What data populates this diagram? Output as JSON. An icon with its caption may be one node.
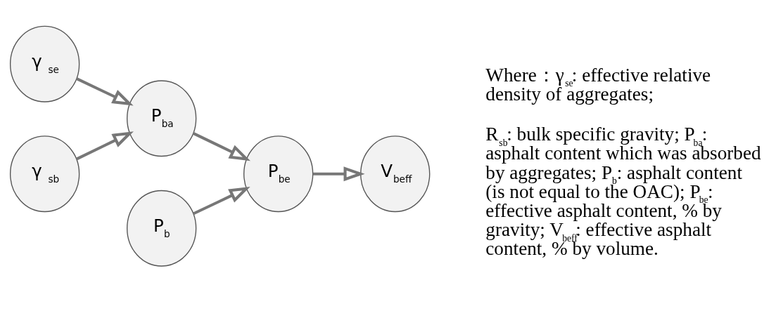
{
  "diagram": {
    "nodes": [
      {
        "text": [
          "γ $_{se}$"
        ]
      },
      {
        "text": [
          "γ $_{sb}$"
        ]
      },
      {
        "text": [
          "P$_{b}$"
        ]
      },
      {
        "text": [
          "P$_{ba}$"
        ]
      },
      {
        "text": [
          "P$_{be}$"
        ]
      },
      {
        "text": [
          "V$_{beff}$"
        ]
      }
    ],
    "edges": [
      {
        "from": 0,
        "to": 3,
        "arrow": "to"
      },
      {
        "from": 1,
        "to": 3,
        "arrow": "to"
      },
      {
        "from": 2,
        "to": 4,
        "arrow": "to"
      },
      {
        "from": 3,
        "to": 4,
        "arrow": "to"
      },
      {
        "from": 4,
        "to": 5,
        "arrow": "to"
      }
    ],
    "labels": [
      "Where：γ$_{se}$: effective relative density of aggregates;",
      "R$_{sb}$: bulk specific gravity; P$_{ba}$: asphalt content which was absorbed by aggregates; P$_{b}$: asphalt content (is not equal to the OAC); P$_{be}$: effective asphalt content, % by gravity; V$_{beff}$: effective asphalt content, % by volume."
    ]
  }
}
